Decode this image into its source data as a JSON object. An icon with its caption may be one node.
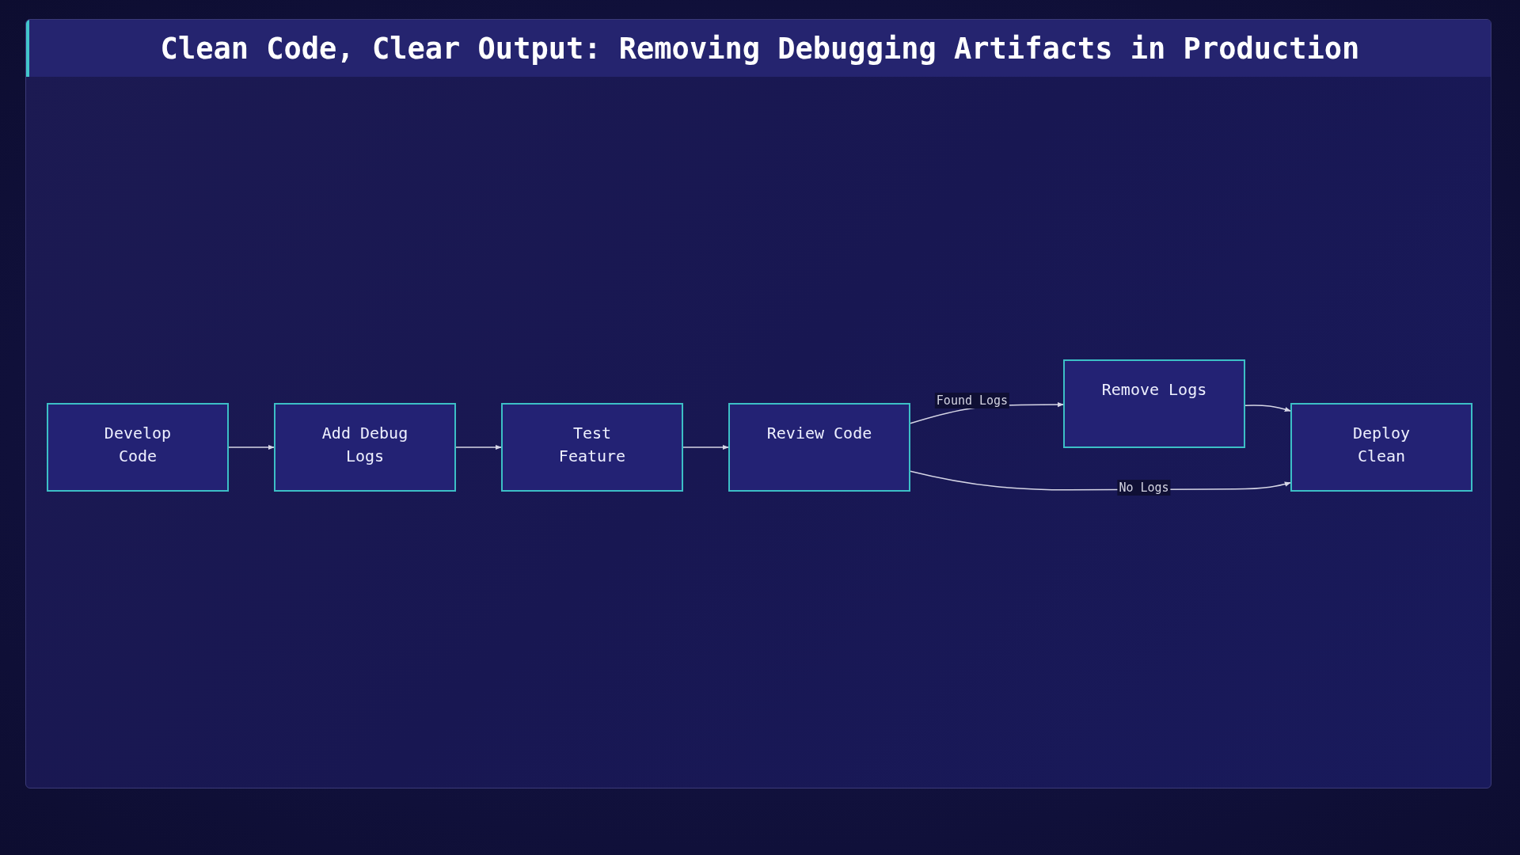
{
  "diagram": {
    "title": "Clean Code, Clear Output: Removing Debugging Artifacts in Production",
    "nodes": [
      {
        "text": [
          "Develop Code"
        ]
      },
      {
        "text": [
          "Add Debug Logs"
        ]
      },
      {
        "text": [
          "Test Feature"
        ]
      },
      {
        "text": [
          "Review Code"
        ]
      },
      {
        "text": [
          "Remove Logs"
        ]
      },
      {
        "text": [
          "Deploy Clean"
        ]
      }
    ],
    "edges": [
      {
        "from": 0,
        "to": 1,
        "arrow": "to"
      },
      {
        "from": 1,
        "to": 2,
        "arrow": "to"
      },
      {
        "from": 2,
        "to": 3,
        "arrow": "to"
      },
      {
        "from": 3,
        "to": 4,
        "label": "Found Logs",
        "arrow": "to"
      },
      {
        "from": 4,
        "to": 5,
        "arrow": "to"
      },
      {
        "from": 3,
        "to": 5,
        "label": "No Logs",
        "arrow": "to"
      }
    ]
  }
}
